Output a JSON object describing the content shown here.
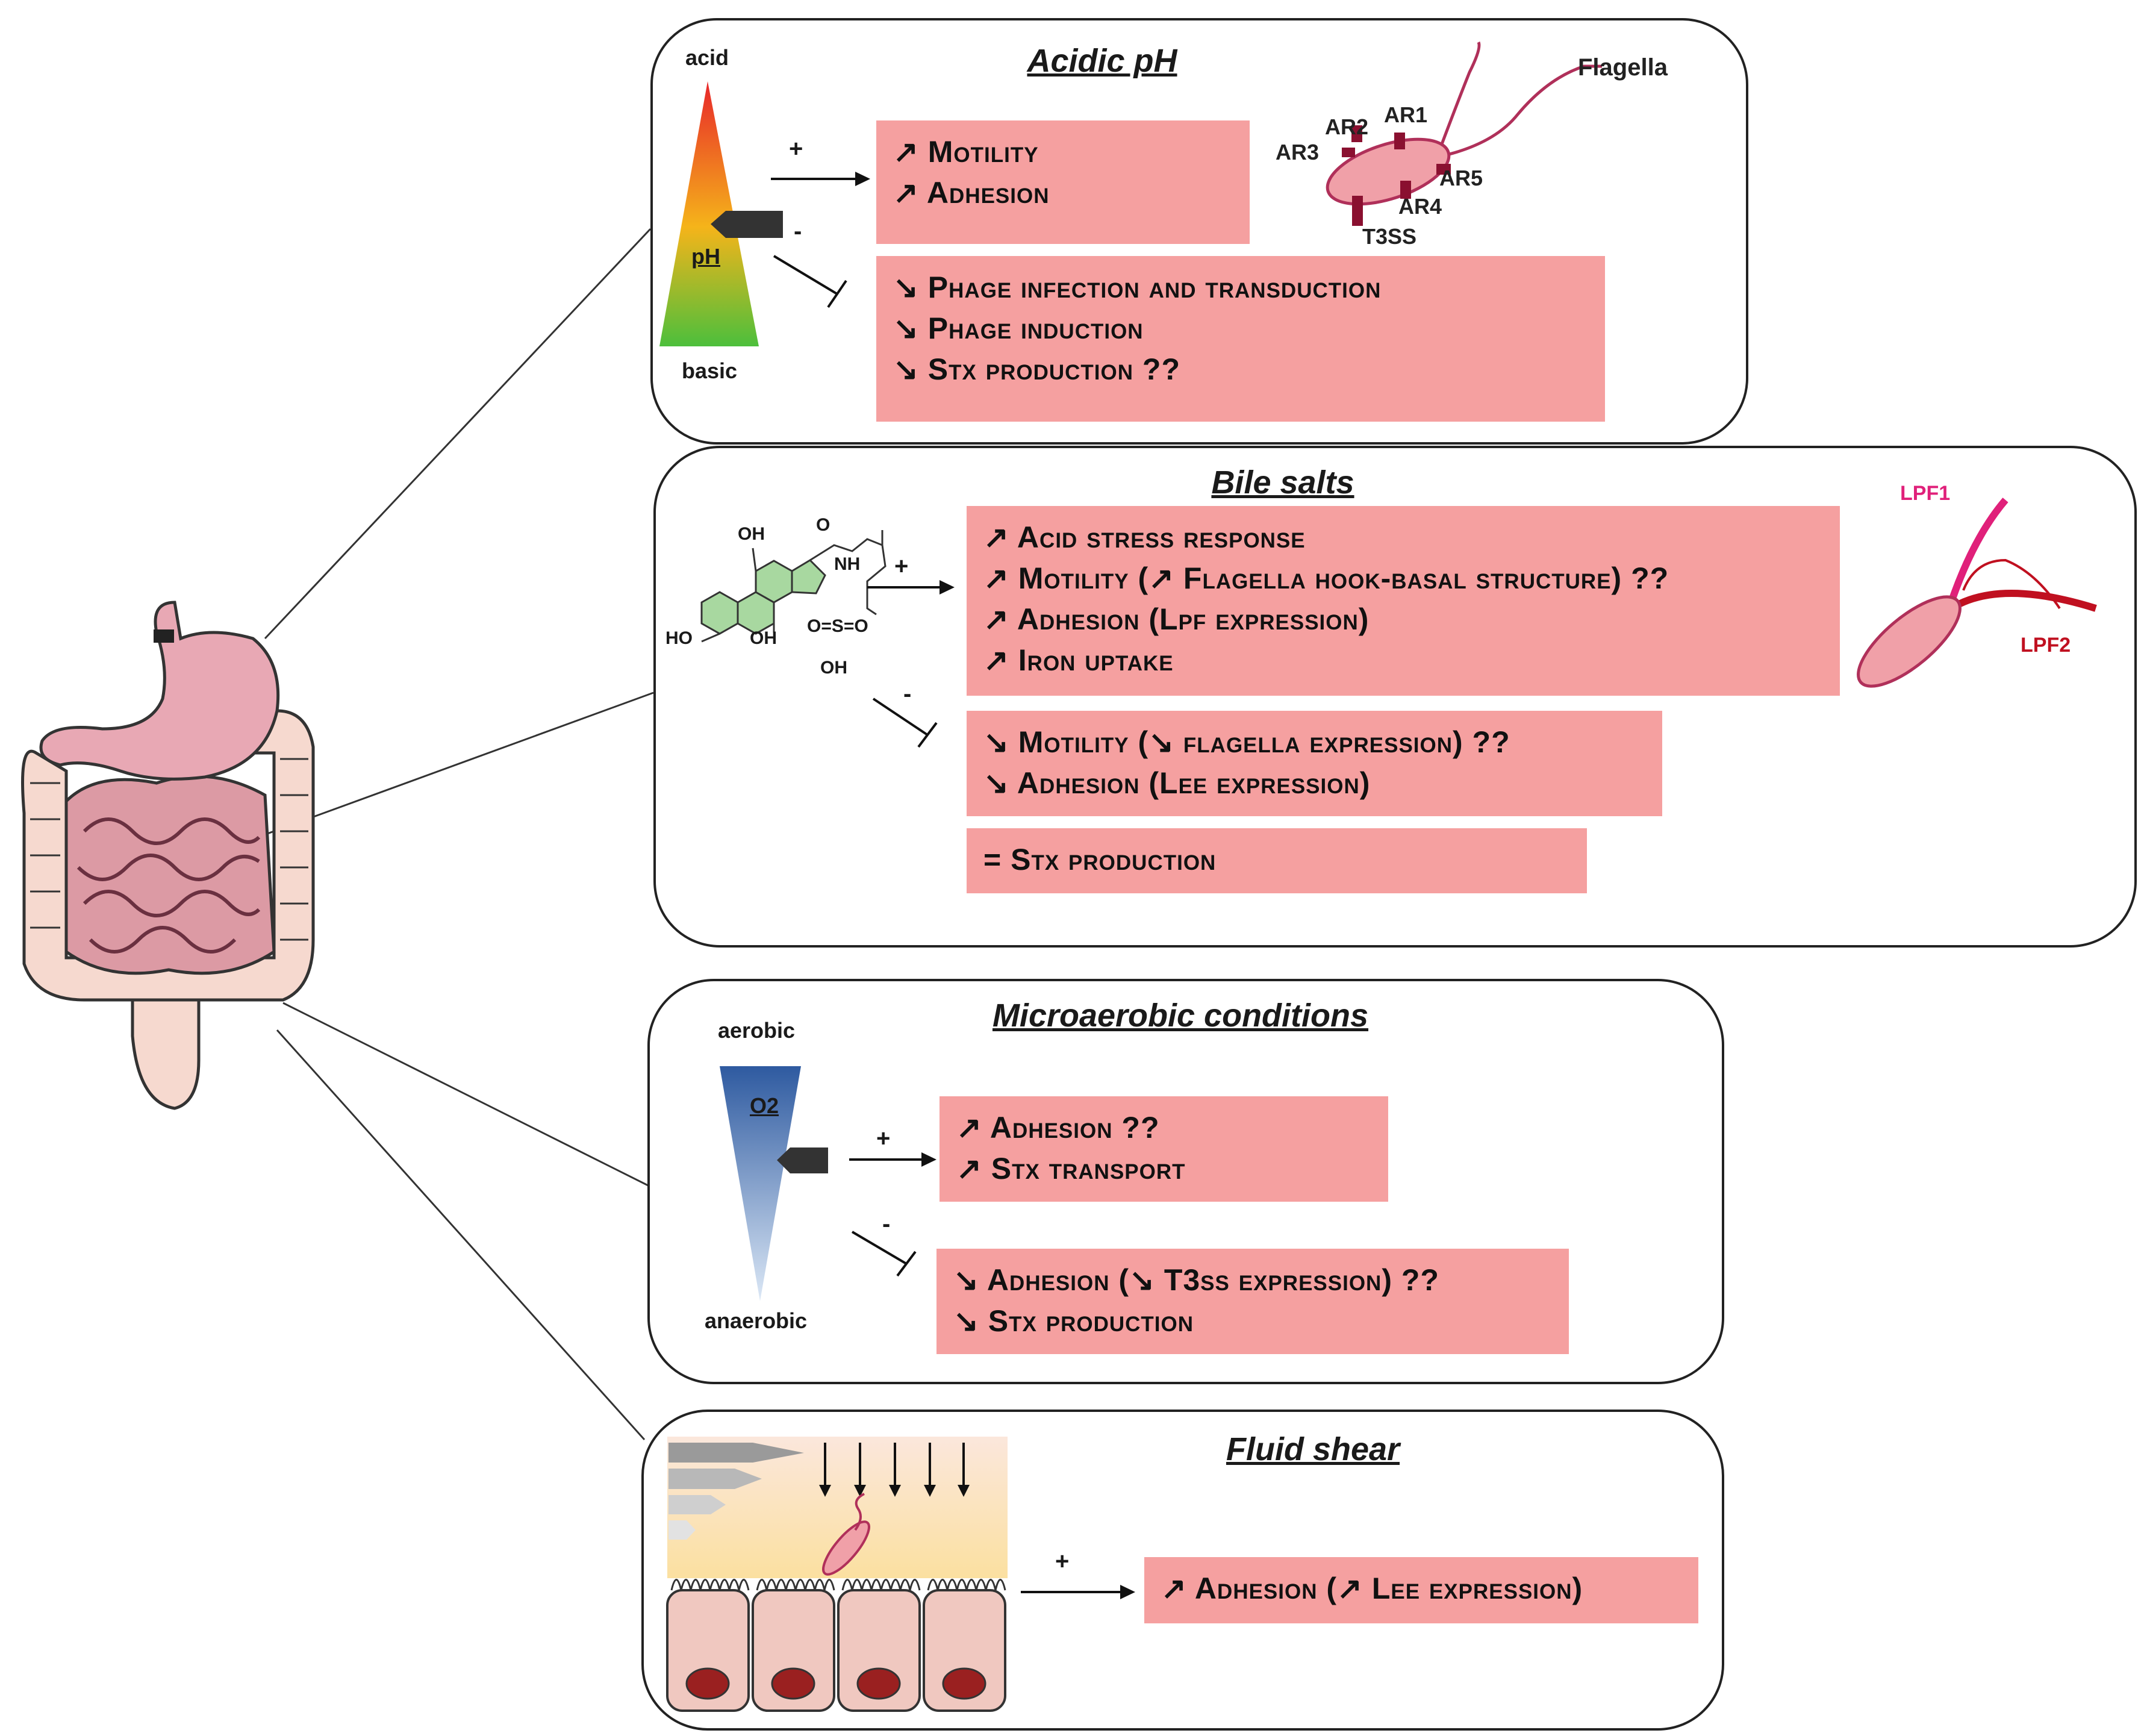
{
  "panels": {
    "acidic_ph": {
      "title": "Acidic pH",
      "gradient": {
        "top": "acid",
        "middle": "pH",
        "bottom": "basic",
        "colors": [
          "#e8262a",
          "#f5b41a",
          "#4cbf3c"
        ]
      },
      "plus": "+",
      "minus": "-",
      "increase_box": [
        "↗ Motility",
        "↗ Adhesion"
      ],
      "decrease_box": [
        "↘ Phage infection and transduction",
        "↘ Phage induction",
        "↘ Stx production ??"
      ],
      "bacterium_labels": [
        "Flagella",
        "AR1",
        "AR2",
        "AR3",
        "AR4",
        "AR5",
        "T3SS"
      ]
    },
    "bile_salts": {
      "title": "Bile salts",
      "molecule_labels": [
        "OH",
        "O",
        "NH",
        "HO",
        "OH",
        "O=S=O",
        "OH"
      ],
      "plus": "+",
      "minus": "-",
      "increase_box": [
        "↗ Acid stress response",
        "↗ Motility (↗ Flagella hook-basal structure) ??",
        "↗ Adhesion (Lpf expression)",
        "↗ Iron uptake"
      ],
      "decrease_box": [
        "↘ Motility (↘ flagella expression) ??",
        "↘ Adhesion (Lee expression)"
      ],
      "neutral_box": [
        "= Stx production"
      ],
      "fimbriae_labels": [
        "LPF1",
        "LPF2"
      ]
    },
    "microaerobic": {
      "title": "Microaerobic conditions",
      "gradient": {
        "top": "aerobic",
        "middle": "O2",
        "bottom": "anaerobic",
        "colors": [
          "#2e5aa0",
          "#dce8f6"
        ]
      },
      "plus": "+",
      "minus": "-",
      "increase_box": [
        "↗ Adhesion ??",
        "↗ Stx transport"
      ],
      "decrease_box": [
        "↘ Adhesion (↘ T3ss expression) ??",
        "↘ Stx production"
      ]
    },
    "fluid_shear": {
      "title": "Fluid shear",
      "plus": "+",
      "increase_box": [
        "↗ Adhesion (↗ Lee expression)"
      ]
    }
  },
  "colors": {
    "box_fill": "#f5a0a0",
    "bacterium_fill": "#f0a0a8",
    "flagella": "#b0305a",
    "lpf1": "#e0207a",
    "lpf2": "#c01020",
    "ar_marker": "#8a1030"
  }
}
